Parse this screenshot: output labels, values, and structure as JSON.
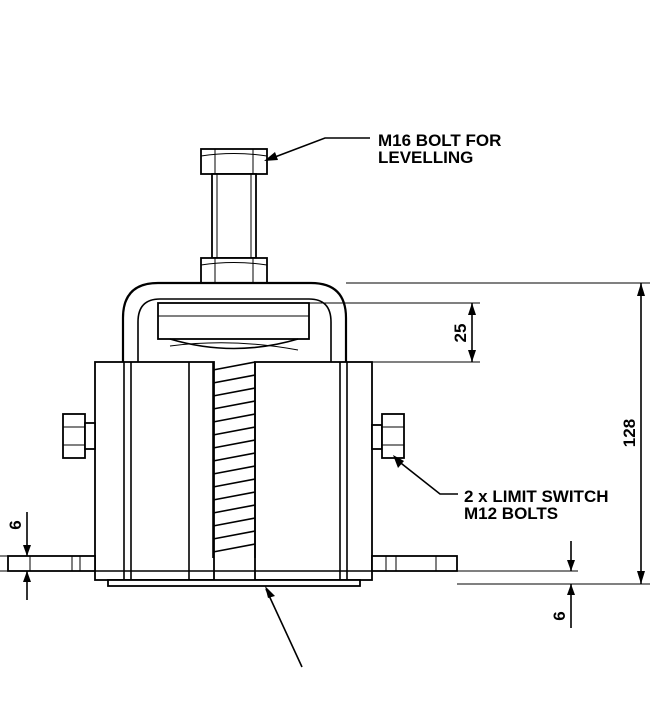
{
  "callouts": {
    "bolt_line1": "M16 BOLT FOR",
    "bolt_line2": "LEVELLING",
    "switch_line1": "2 x LIMIT SWITCH",
    "switch_line2": "M12 BOLTS"
  },
  "dimensions": {
    "gap": "25",
    "height": "128",
    "plate_left": "6",
    "plate_right": "6"
  }
}
